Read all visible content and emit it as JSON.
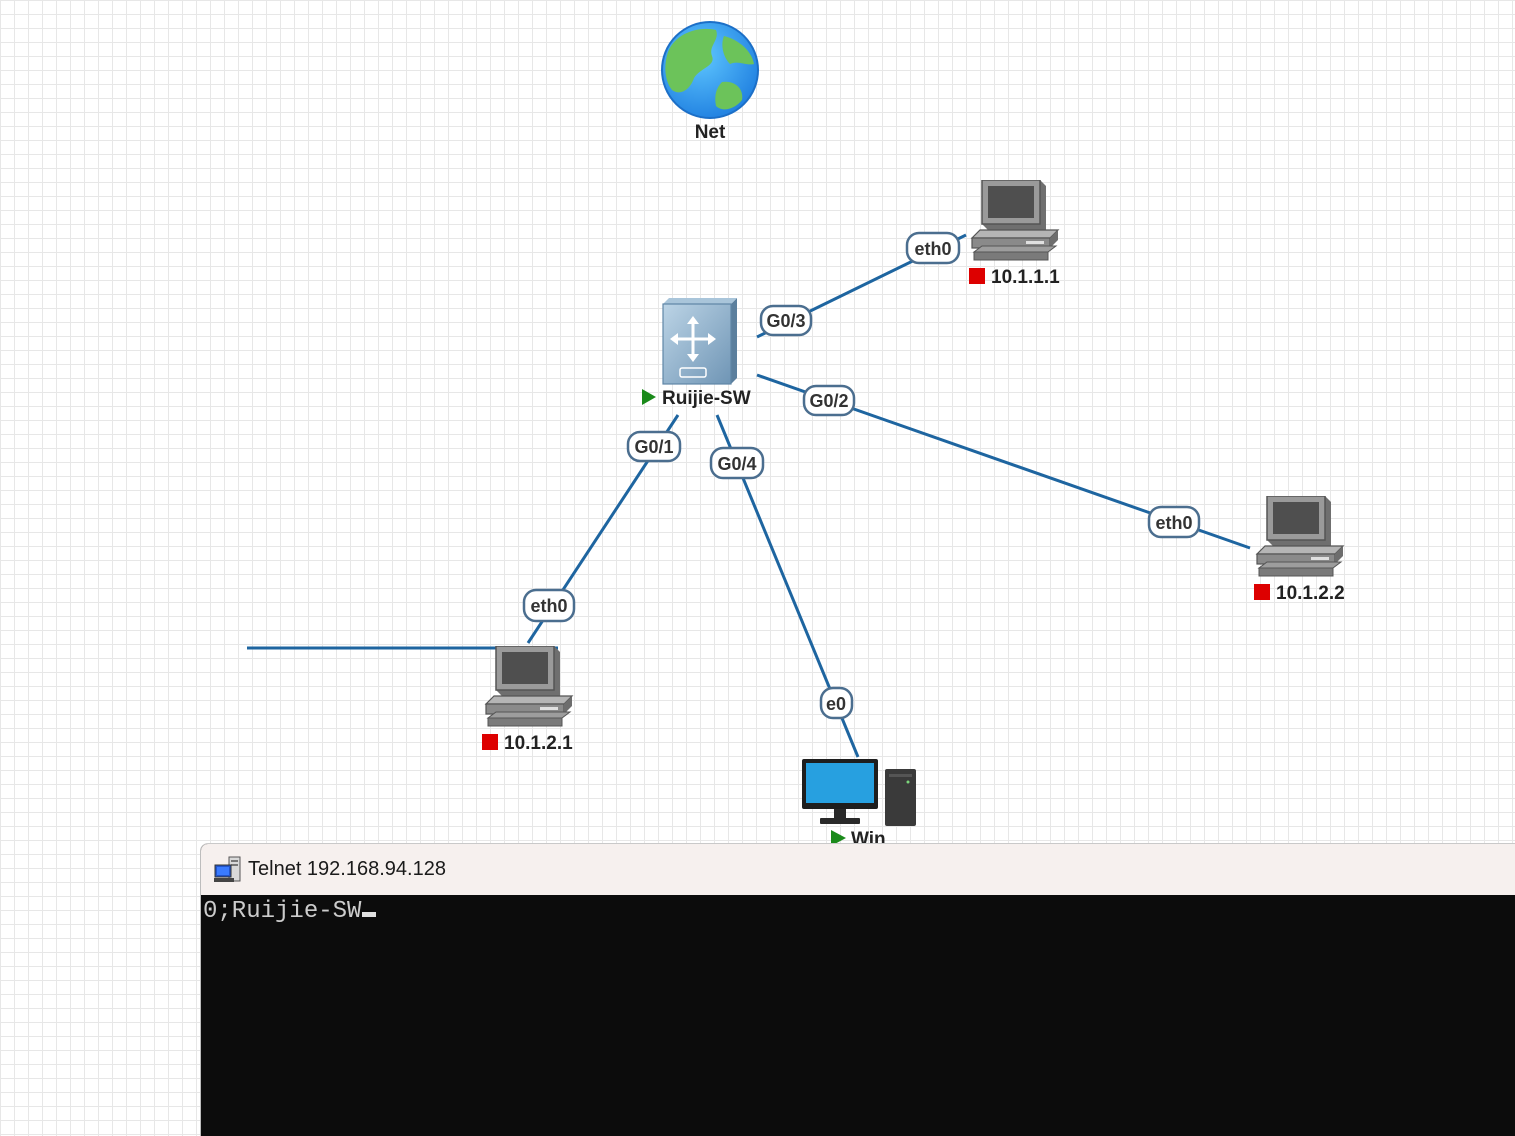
{
  "nodes": {
    "net": {
      "label": "Net"
    },
    "switch": {
      "label": "Ruijie-SW",
      "status": "running"
    },
    "pc_10_1_1_1": {
      "label": "10.1.1.1",
      "status": "stopped"
    },
    "pc_10_1_2_2": {
      "label": "10.1.2.2",
      "status": "stopped"
    },
    "pc_10_1_2_1": {
      "label": "10.1.2.1",
      "status": "stopped"
    },
    "win": {
      "label": "Win",
      "status": "running"
    }
  },
  "ports": {
    "sw_g03": "G0/3",
    "pc1_eth0": "eth0",
    "sw_g02": "G0/2",
    "pc2_eth0": "eth0",
    "sw_g01": "G0/1",
    "pc3_eth0": "eth0",
    "sw_g04": "G0/4",
    "win_e0": "e0"
  },
  "colors": {
    "link": "#1e65a0",
    "running": "#1a8a1a",
    "stopped": "#dd0000"
  },
  "telnet": {
    "title": "Telnet 192.168.94.128",
    "output": "0;Ruijie-SW"
  }
}
